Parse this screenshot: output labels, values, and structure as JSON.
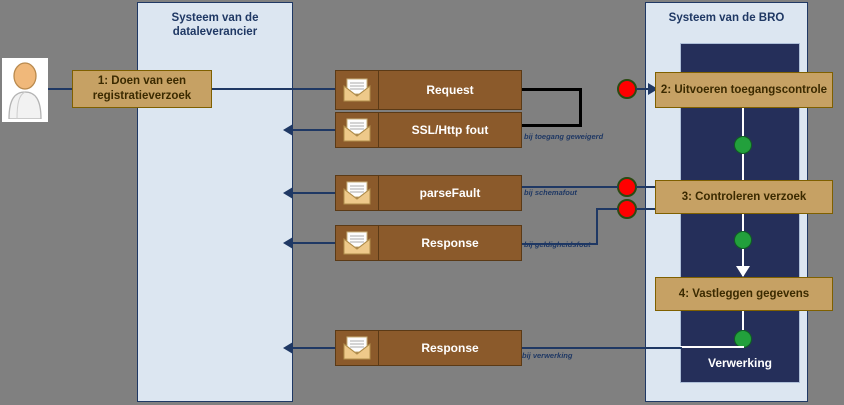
{
  "lanes": [
    {
      "name": "supplier",
      "title": "Systeem van de dataleverancier"
    },
    {
      "name": "bro",
      "title": "Systeem van de BRO"
    }
  ],
  "navy_column": {
    "label": "Verwerking"
  },
  "actor": {
    "icon": "user-actor-icon"
  },
  "process_steps": [
    {
      "id": "step1",
      "label": "1: Doen van een registratieverzoek"
    },
    {
      "id": "step2",
      "label": "2: Uitvoeren toegangscontrole"
    },
    {
      "id": "step3",
      "label": "3:  Controleren verzoek"
    },
    {
      "id": "step4",
      "label": "4: Vastleggen gegevens"
    }
  ],
  "messages": [
    {
      "id": "request",
      "label": "Request",
      "icon": "envelope-icon"
    },
    {
      "id": "sslfout",
      "label": "SSL/Http fout",
      "icon": "envelope-icon"
    },
    {
      "id": "parsefault",
      "label": "parseFault",
      "icon": "envelope-icon"
    },
    {
      "id": "response1",
      "label": "Response",
      "icon": "envelope-icon"
    },
    {
      "id": "response2",
      "label": "Response",
      "icon": "envelope-icon"
    }
  ],
  "conditions": [
    {
      "id": "cond1",
      "label": "bij toegang geweigerd"
    },
    {
      "id": "cond2",
      "label": "bij schemafout"
    },
    {
      "id": "cond3",
      "label": "bij geldigheidsfout"
    },
    {
      "id": "cond4",
      "label": "bij verwerking"
    }
  ],
  "events": {
    "error_circles": [
      {
        "id": "err1",
        "type": "error-end-event"
      },
      {
        "id": "err2",
        "type": "error-end-event"
      },
      {
        "id": "err3",
        "type": "error-end-event"
      }
    ],
    "ok_circles": [
      {
        "id": "ok1",
        "type": "intermediate-event"
      },
      {
        "id": "ok2",
        "type": "intermediate-event"
      },
      {
        "id": "ok3",
        "type": "intermediate-event"
      }
    ]
  },
  "colors": {
    "lane_fill": "#dce6f1",
    "lane_border": "#1f3864",
    "navy": "#252f5a",
    "task_tan": "#c6a164",
    "message_brown": "#8b5a2b",
    "error_red": "#ff0000",
    "event_green": "#22a03c",
    "canvas_gray": "#808080"
  }
}
